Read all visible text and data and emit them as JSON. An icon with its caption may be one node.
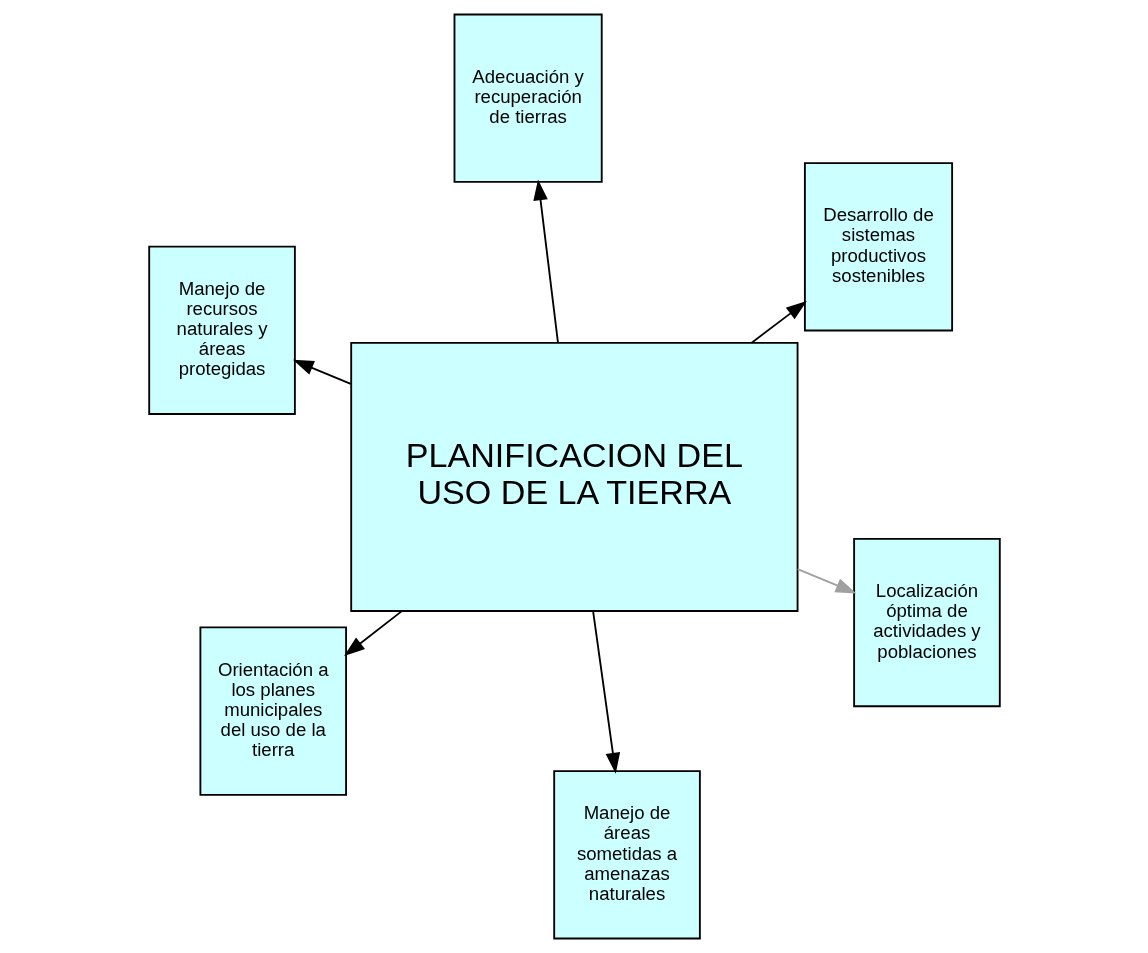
{
  "diagram": {
    "nodes": [
      {
        "text": [
          "Manejo de recursos naturales y áreas protegidas"
        ]
      },
      {
        "text": [
          "Localización óptima de actividades y poblaciones"
        ]
      },
      {
        "text": [
          "Manejo de áreas sometidas a amenazas naturales"
        ]
      },
      {
        "text": [
          "PLANIFICACION DEL USO DE LA TIERRA"
        ]
      },
      {
        "text": [
          "Desarrollo de sistemas productivos sostenibles"
        ]
      },
      {
        "text": [
          "Adecuación y recuperación de tierras"
        ]
      },
      {
        "text": [
          "Orientación a los planes municipales del uso de la tierra"
        ]
      }
    ],
    "edges": [
      {
        "from": 3,
        "to": 0,
        "arrow": "to"
      },
      {
        "from": 3,
        "to": 1,
        "arrow": "to",
        "color": "#a0a0a0"
      },
      {
        "from": 3,
        "to": 2,
        "arrow": "to"
      },
      {
        "from": 3,
        "to": 4,
        "arrow": "to"
      },
      {
        "from": 3,
        "to": 5,
        "arrow": "to"
      },
      {
        "from": 3,
        "to": 6,
        "arrow": "to"
      }
    ]
  }
}
